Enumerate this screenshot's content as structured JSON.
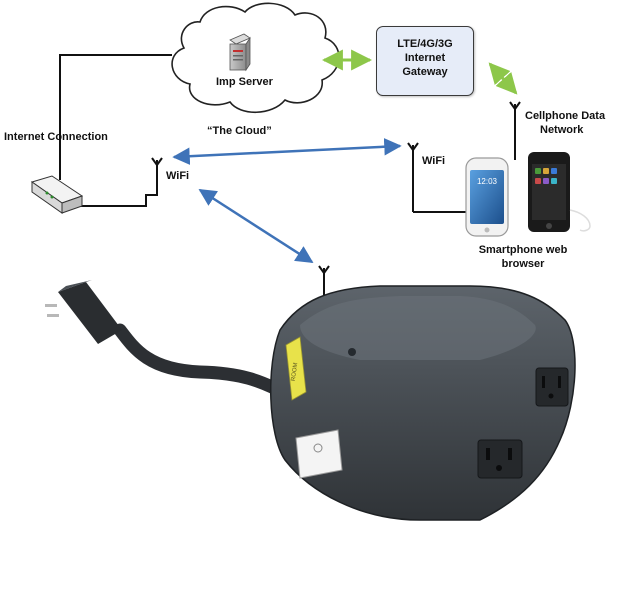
{
  "labels": {
    "server": "Imp Server",
    "cloud": "“The Cloud”",
    "internet_connection": "Internet Connection",
    "gateway_line1": "LTE/4G/3G",
    "gateway_line2": "Internet",
    "gateway_line3": "Gateway",
    "cellphone_line1": "Cellphone Data",
    "cellphone_line2": "Network",
    "wifi_left": "WiFi",
    "wifi_right": "WiFi",
    "smartphone_line1": "Smartphone web",
    "smartphone_line2": "browser",
    "phone_time": "12:03",
    "device_stripe": "ROOM"
  },
  "colors": {
    "wifi_link": "#3f73b8",
    "cellular_link": "#8dc74a",
    "wire": "#111111",
    "cloud_fill": "#ffffff",
    "gateway_fill": "#e6ecf8",
    "device_body": "#3d4247",
    "device_stripe": "#e8e24a"
  },
  "icons": [
    "cloud-icon",
    "server-icon",
    "router-icon",
    "antenna-icon",
    "smartphone-icon",
    "smart-outlet-device"
  ]
}
